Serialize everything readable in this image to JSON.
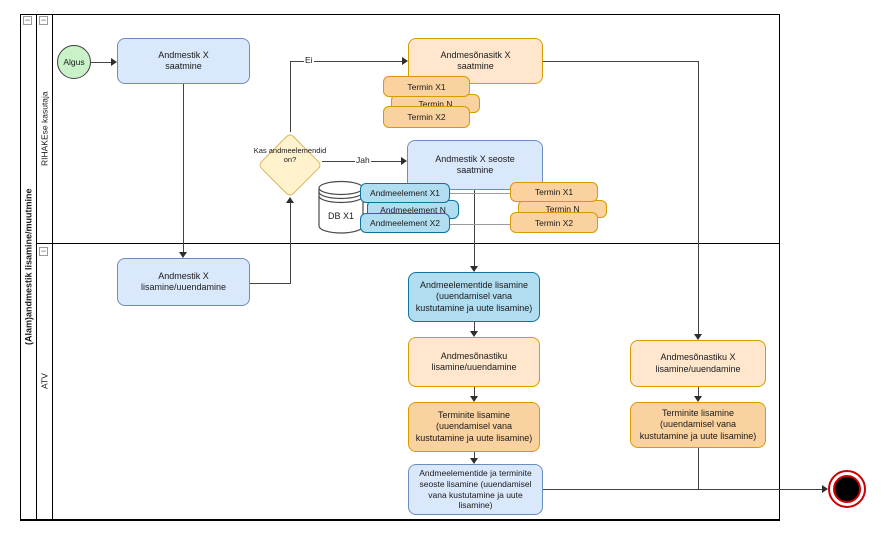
{
  "diagram": {
    "pool_title": "(Alam)andmestik lisamine/muutmine",
    "lanes": [
      "RIHAKEse kasutaja",
      "ATV"
    ],
    "start_label": "Algus",
    "gateway_label": "Kas andmeelemendid on?",
    "edge_labels": {
      "no": "Ei",
      "yes": "Jah"
    },
    "db_label": "DB X1",
    "tasks": {
      "t1": "Andmestik X saatmine",
      "t2": "Andmesõnasitk X saatmine",
      "t3": "Andmestik X seoste saatmine",
      "t4": "Andmestik X lisamine/uuendamine",
      "t5": "Andmeelementide lisamine (uuendamisel vana kustutamine ja uute lisamine)",
      "t6": "Andmesõnastiku lisamine/uuendamine",
      "t7": "Terminite lisamine (uuendamisel vana kustutamine ja uute lisamine)",
      "t8": "Andmeelementide ja terminite seoste lisamine (uuendamisel vana kustutamine ja uute lisamine)",
      "t9": "Andmesõnastiku X lisamine/uuendamine",
      "t10": "Terminite lisamine (uuendamisel vana kustutamine ja uute lisamine)"
    },
    "data_objects": {
      "termin_top": [
        "Termin X1",
        "Termin N",
        "Termin X2"
      ],
      "andmeelement": [
        "Andmeelement X1",
        "Andmeelement N",
        "Andmeelement X2"
      ],
      "termin_mid": [
        "Termin X1",
        "Termin N",
        "Termin X2"
      ]
    }
  },
  "icons": {
    "collapse": "−"
  },
  "colors": {
    "task_blue_fill": "#dae8fc",
    "task_blue_stroke": "#6c8ebf",
    "task_orange_fill": "#ffe6cc",
    "task_orange_stroke": "#d79b00",
    "chip_orange_fill": "#fad2a0",
    "cyan_fill": "#b1ddf0",
    "cyan_stroke": "#10739e",
    "gateway_fill": "#fff2cc",
    "gateway_stroke": "#d6b656",
    "start_fill": "#c9f2c9",
    "end_red": "#cc0000"
  }
}
